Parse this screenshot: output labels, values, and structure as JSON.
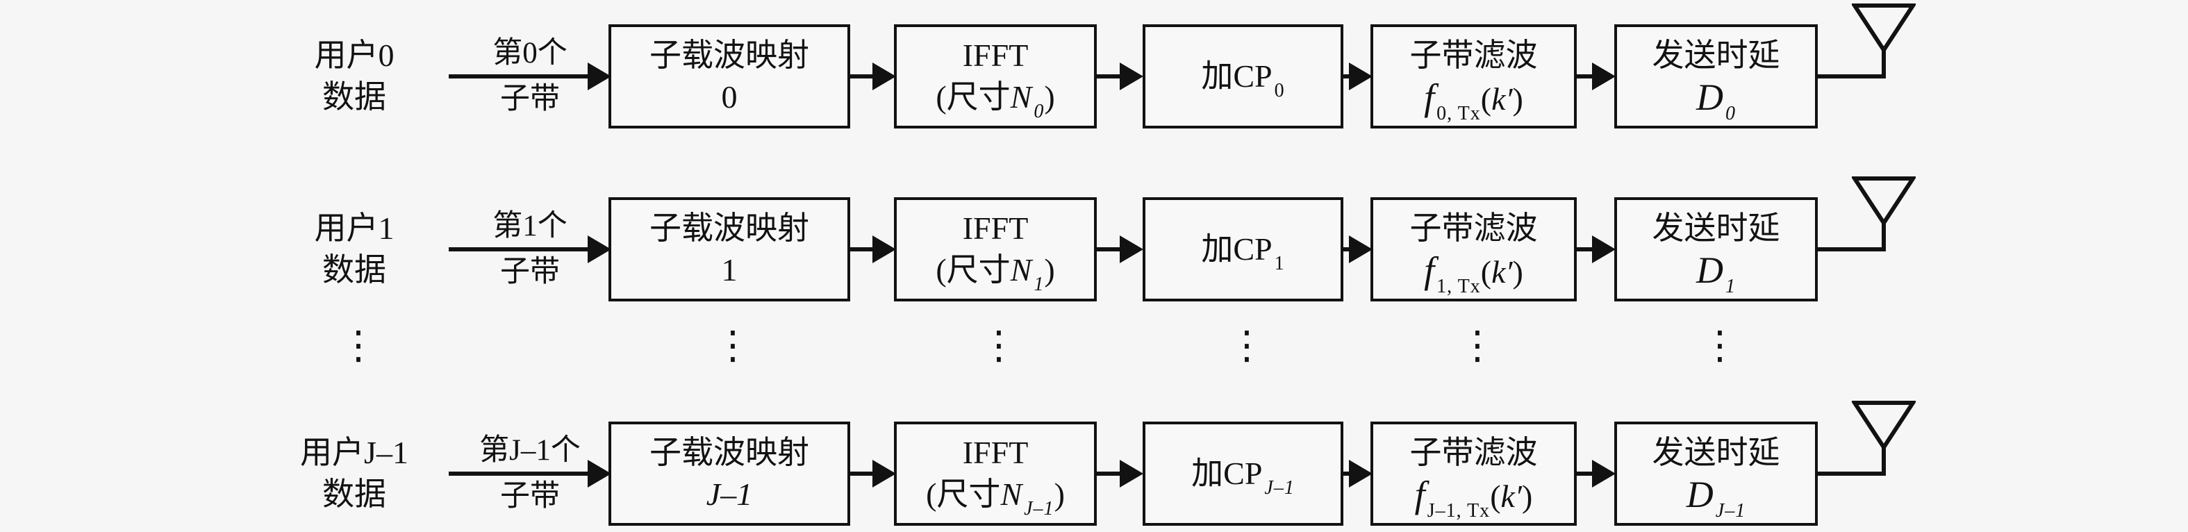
{
  "colors": {
    "background": "#f6f6f6",
    "line": "#121212",
    "box_fill": "#f8f8f8"
  },
  "ellipsis": "⋮",
  "rows": [
    {
      "user": [
        "用户0",
        "数据"
      ],
      "subband": [
        "第0个",
        "子带"
      ],
      "mapping": [
        "子载波映射",
        "0"
      ],
      "ifft": {
        "line1": "IFFT",
        "open": "(尺寸",
        "var": "N",
        "sub": "0",
        "close": ")"
      },
      "cp": {
        "text": "加CP",
        "sub": "0"
      },
      "filter": {
        "line1": "子带滤波",
        "var": "f",
        "sub": "0, Tx",
        "open": "(",
        "arg": "k′",
        "close": ")"
      },
      "delay": {
        "line1": "发送时延",
        "var": "D",
        "sub": "0"
      }
    },
    {
      "user": [
        "用户1",
        "数据"
      ],
      "subband": [
        "第1个",
        "子带"
      ],
      "mapping": [
        "子载波映射",
        "1"
      ],
      "ifft": {
        "line1": "IFFT",
        "open": "(尺寸",
        "var": "N",
        "sub": "1",
        "close": ")"
      },
      "cp": {
        "text": "加CP",
        "sub": "1"
      },
      "filter": {
        "line1": "子带滤波",
        "var": "f",
        "sub": "1, Tx",
        "open": "(",
        "arg": "k′",
        "close": ")"
      },
      "delay": {
        "line1": "发送时延",
        "var": "D",
        "sub": "1"
      }
    },
    {
      "user": [
        "用户J–1",
        "数据"
      ],
      "subband": [
        "第J–1个",
        "子带"
      ],
      "mapping": [
        "子载波映射",
        "J–1"
      ],
      "ifft": {
        "line1": "IFFT",
        "open": "(尺寸",
        "var": "N",
        "sub": "J–1",
        "close": ")"
      },
      "cp": {
        "text": "加CP",
        "sub": "J–1"
      },
      "filter": {
        "line1": "子带滤波",
        "var": "f",
        "sub": "J–1, Tx",
        "open": "(",
        "arg": "k′",
        "close": ")"
      },
      "delay": {
        "line1": "发送时延",
        "var": "D",
        "sub": "J–1"
      }
    }
  ]
}
